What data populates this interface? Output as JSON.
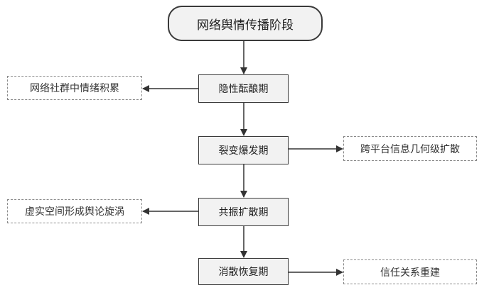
{
  "diagram": {
    "start": "网络舆情传播阶段",
    "stages": [
      "隐性酝酿期",
      "裂变爆发期",
      "共振扩散期",
      "消散恢复期"
    ],
    "notes": [
      "网络社群中情绪积累",
      "跨平台信息几何级扩散",
      "虚实空间形成舆论旋涡",
      "信任关系重建"
    ]
  },
  "colors": {
    "stage_fill": "#f2f2f2",
    "stage_border": "#3a3a3a",
    "note_border": "#8a8a8a",
    "arrow": "#333333"
  }
}
